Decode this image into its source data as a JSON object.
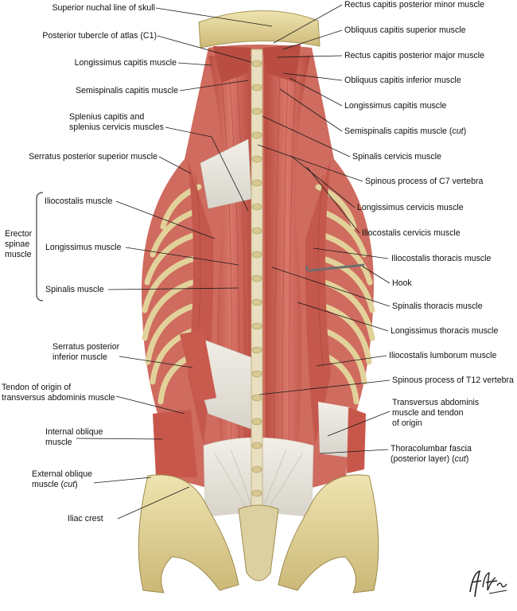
{
  "labels_left": {
    "superior_nuchal_line": "Superior nuchal line of skull",
    "posterior_tubercle_atlas": "Posterior tubercle of atlas (C1)",
    "longissimus_capitis": "Longissimus capitis muscle",
    "semispinalis_capitis": "Semispinalis capitis muscle",
    "splenius_line1": "Splenius capitis and",
    "splenius_line2": "splenius cervicis muscles",
    "serratus_post_sup": "Serratus posterior superior muscle",
    "erector_line1": "Erector",
    "erector_line2": "spinae",
    "erector_line3": "muscle",
    "iliocostalis": "Iliocostalis muscle",
    "longissimus": "Longissimus muscle",
    "spinalis": "Spinalis muscle",
    "serratus_post_inf_line1": "Serratus posterior",
    "serratus_post_inf_line2": "inferior muscle",
    "tendon_transversus_line1": "Tendon of origin of",
    "tendon_transversus_line2": "transversus abdominis muscle",
    "internal_oblique_line1": "Internal oblique",
    "internal_oblique_line2": "muscle",
    "external_oblique_line1": "External oblique",
    "external_oblique_line2_pre": "muscle (",
    "external_oblique_line2_cut": "cut",
    "external_oblique_line2_post": ")",
    "iliac_crest": "Iliac crest"
  },
  "labels_right": {
    "rectus_minor": "Rectus capitis posterior minor muscle",
    "obliquus_superior": "Obliquus capitis superior muscle",
    "rectus_major": "Rectus capitis posterior major muscle",
    "obliquus_inferior": "Obliquus capitis inferior muscle",
    "longissimus_capitis": "Longissimus capitis muscle",
    "semispinalis_cut_pre": "Semispinalis capitis muscle (",
    "semispinalis_cut_cut": "cut",
    "semispinalis_cut_post": ")",
    "spinalis_cervicis": "Spinalis cervicis muscle",
    "spinous_c7": "Spinous process of C7 vertebra",
    "longissimus_cervicis": "Longissimus cervicis muscle",
    "iliocostalis_cervicis": "Iliocostalis cervicis muscle",
    "iliocostalis_thoracis": "Iliocostalis thoracis muscle",
    "hook": "Hook",
    "spinalis_thoracis": "Spinalis thoracis muscle",
    "longissimus_thoracis": "Longissimus thoracis muscle",
    "iliocostalis_lumborum": "Iliocostalis lumborum muscle",
    "spinous_t12": "Spinous process of T12 vertebra",
    "transversus_line1": "Transversus abdominis",
    "transversus_line2": "muscle and tendon",
    "transversus_line3": "of origin",
    "thoracolumbar_line1": "Thoracolumbar fascia",
    "thoracolumbar_line2_pre": "(posterior layer) (",
    "thoracolumbar_line2_cut": "cut",
    "thoracolumbar_line2_post": ")"
  },
  "signature": {
    "text": "F. Netter M.D."
  },
  "colors": {
    "muscle": "#c8564a",
    "muscle_light": "#e08a7c",
    "tendon": "#ecebe6",
    "bone": "#e6d9a0",
    "bone_shadow": "#b9a766",
    "leader": "#1a1a1a"
  }
}
